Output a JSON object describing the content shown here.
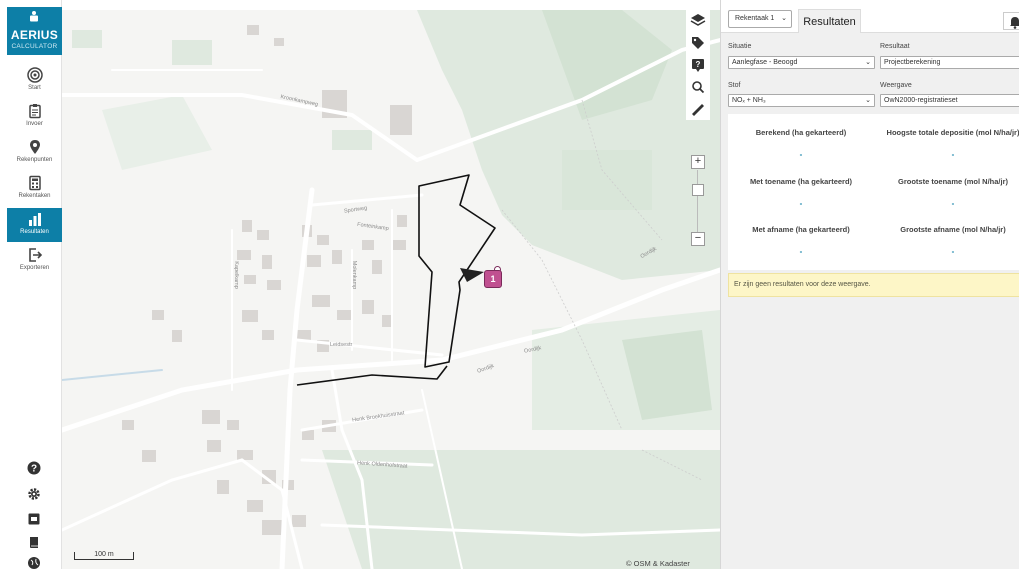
{
  "app": {
    "logo_title": "AERIUS",
    "logo_subtitle": "CALCULATOR"
  },
  "nav": {
    "items": [
      {
        "label": "Start",
        "icon": "target-icon"
      },
      {
        "label": "Invoer",
        "icon": "clipboard-icon"
      },
      {
        "label": "Rekenpunten",
        "icon": "location-pin-icon"
      },
      {
        "label": "Rekentaken",
        "icon": "calculator-icon"
      },
      {
        "label": "Resultaten",
        "icon": "bar-chart-icon",
        "active": true
      },
      {
        "label": "Exporteren",
        "icon": "export-icon"
      }
    ],
    "bottom_icons": [
      "help-icon",
      "settings-icon",
      "language-icon",
      "manual-icon",
      "globe-icon"
    ]
  },
  "map": {
    "scale_label": "100 m",
    "attribution": "© OSM & Kadaster",
    "marker_label": "1",
    "zoom_in": "+",
    "zoom_out": "−",
    "tools": [
      "layers-icon",
      "tag-icon",
      "info-marker-icon",
      "search-icon",
      "measure-icon"
    ],
    "street_labels": [
      {
        "text": "Kroonkampweg"
      },
      {
        "text": "Sportweg"
      },
      {
        "text": "Fonteinkamp"
      },
      {
        "text": "Oordijk"
      },
      {
        "text": "Leidsestr"
      },
      {
        "text": "Oordijk"
      },
      {
        "text": "Oordijk"
      },
      {
        "text": "Henk Broekhuisstraat"
      },
      {
        "text": "Henk Oldenhofstraat"
      },
      {
        "text": "Molenkamp"
      },
      {
        "text": "Kapelkamp"
      }
    ]
  },
  "panel": {
    "task_select": "Rekentaak 1",
    "tab_label": "Resultaten",
    "situatie_label": "Situatie",
    "situatie_value": "Aanlegfase - Beoogd",
    "resultaat_label": "Resultaat",
    "resultaat_value": "Projectberekening",
    "stof_label": "Stof",
    "stof_value": "NOₓ + NH₃",
    "weergave_label": "Weergave",
    "weergave_value": "OwN2000-registratieset",
    "stats": [
      {
        "title": "Berekend (ha gekarteerd)",
        "value": "-"
      },
      {
        "title": "Hoogste totale depositie (mol N/ha/jr)",
        "value": "-"
      },
      {
        "title": "Met toename (ha gekarteerd)",
        "value": "-"
      },
      {
        "title": "Grootste toename (mol N/ha/jr)",
        "value": "-"
      },
      {
        "title": "Met afname (ha gekarteerd)",
        "value": "-"
      },
      {
        "title": "Grootste afname (mol N/ha/jr)",
        "value": "-"
      }
    ],
    "notice": "Er zijn geen resultaten voor deze weergave."
  }
}
